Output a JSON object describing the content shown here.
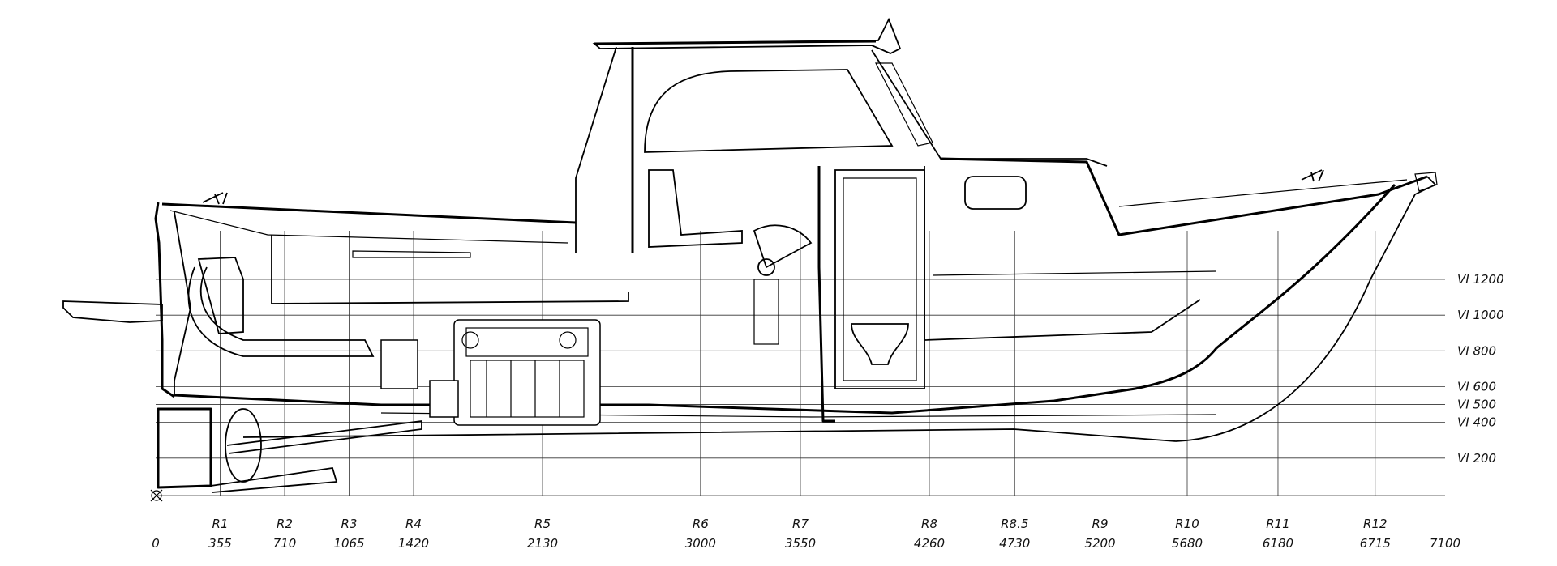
{
  "frames": [
    {
      "label": "",
      "value": "0"
    },
    {
      "label": "R1",
      "value": "355"
    },
    {
      "label": "R2",
      "value": "710"
    },
    {
      "label": "R3",
      "value": "1065"
    },
    {
      "label": "R4",
      "value": "1420"
    },
    {
      "label": "R5",
      "value": "2130"
    },
    {
      "label": "R6",
      "value": "3000"
    },
    {
      "label": "R7",
      "value": "3550"
    },
    {
      "label": "R8",
      "value": "4260"
    },
    {
      "label": "R8.5",
      "value": "4730"
    },
    {
      "label": "R9",
      "value": "5200"
    },
    {
      "label": "R10",
      "value": "5680"
    },
    {
      "label": "R11",
      "value": "6180"
    },
    {
      "label": "R12",
      "value": "6715"
    },
    {
      "label": "",
      "value": "7100"
    }
  ],
  "waterlines": [
    {
      "label": "VI 1200",
      "value": 1200
    },
    {
      "label": "VI 1000",
      "value": 1000
    },
    {
      "label": "VI 800",
      "value": 800
    },
    {
      "label": "VI 600",
      "value": 600
    },
    {
      "label": "VI 500",
      "value": 500
    },
    {
      "label": "VI 400",
      "value": 400
    },
    {
      "label": "VI 200",
      "value": 200
    }
  ]
}
